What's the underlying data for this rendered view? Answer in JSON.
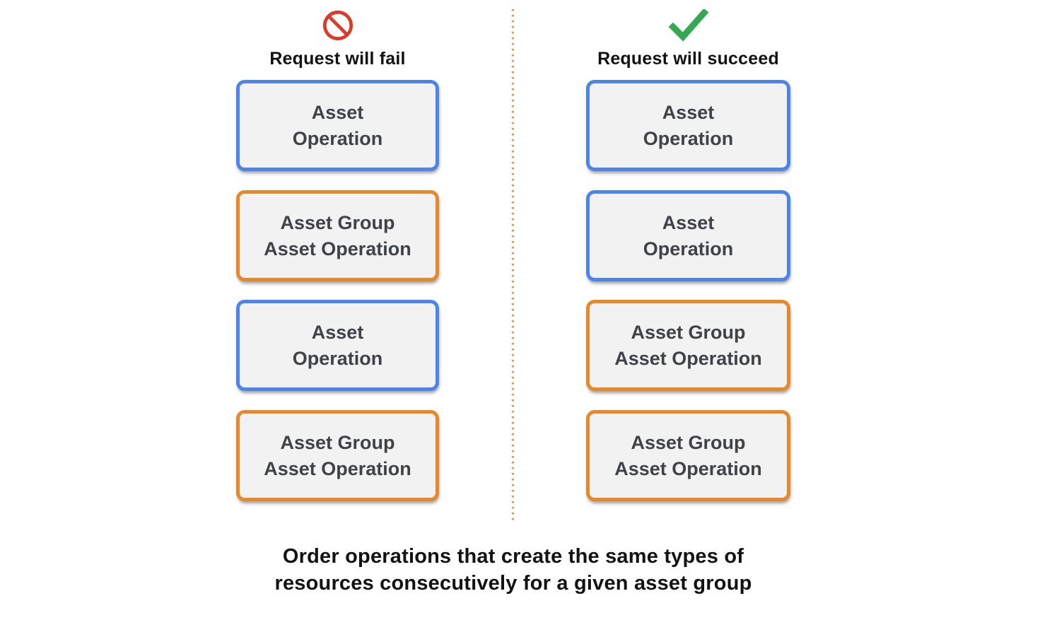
{
  "columns": [
    {
      "id": "fail",
      "icon": "prohibited-icon",
      "title": "Request will fail",
      "boxes": [
        {
          "type": "asset-operation",
          "line1": "Asset",
          "line2": "Operation"
        },
        {
          "type": "asset-group-asset-operation",
          "line1": "Asset Group",
          "line2": "Asset Operation"
        },
        {
          "type": "asset-operation",
          "line1": "Asset",
          "line2": "Operation"
        },
        {
          "type": "asset-group-asset-operation",
          "line1": "Asset Group",
          "line2": "Asset Operation"
        }
      ]
    },
    {
      "id": "succeed",
      "icon": "checkmark-icon",
      "title": "Request will succeed",
      "boxes": [
        {
          "type": "asset-operation",
          "line1": "Asset",
          "line2": "Operation"
        },
        {
          "type": "asset-operation",
          "line1": "Asset",
          "line2": "Operation"
        },
        {
          "type": "asset-group-asset-operation",
          "line1": "Asset Group",
          "line2": "Asset Operation"
        },
        {
          "type": "asset-group-asset-operation",
          "line1": "Asset Group",
          "line2": "Asset Operation"
        }
      ]
    }
  ],
  "caption": {
    "line1": "Order operations that create the same types of",
    "line2": "resources consecutively for a given asset group"
  },
  "colors": {
    "background": "#ffffff",
    "blue_border": "#4d84ec",
    "orange_border": "#e6882c",
    "box_fill": "#f2f2f2",
    "box_text": "#3f4347",
    "fail_icon_red": "#dd3b2a",
    "check_green": "#34a853",
    "divider_orange": "#e8923f",
    "heading_text": "#121212",
    "caption_text": "#121212"
  }
}
